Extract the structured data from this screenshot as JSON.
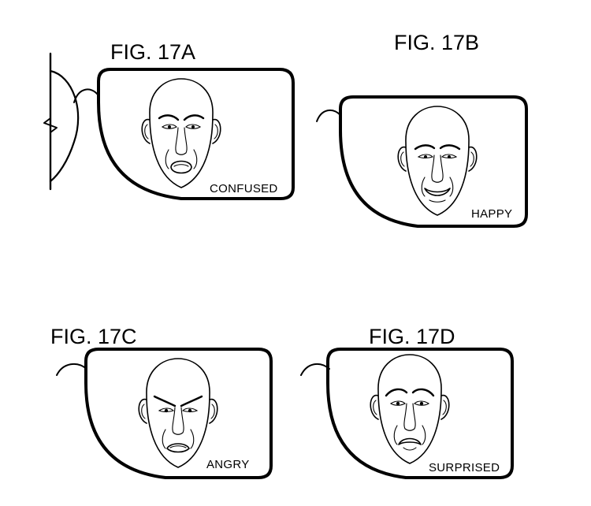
{
  "figures": [
    {
      "id": "17A",
      "title": "FIG. 17A",
      "emotion": "CONFUSED"
    },
    {
      "id": "17B",
      "title": "FIG. 17B",
      "emotion": "HAPPY"
    },
    {
      "id": "17C",
      "title": "FIG. 17C",
      "emotion": "ANGRY"
    },
    {
      "id": "17D",
      "title": "FIG. 17D",
      "emotion": "SURPRISED"
    }
  ],
  "colors": {
    "ink": "#000000",
    "background": "#ffffff"
  },
  "icons": [
    "eyeglass-lens-icon",
    "face-icon",
    "temple-arm-icon"
  ]
}
